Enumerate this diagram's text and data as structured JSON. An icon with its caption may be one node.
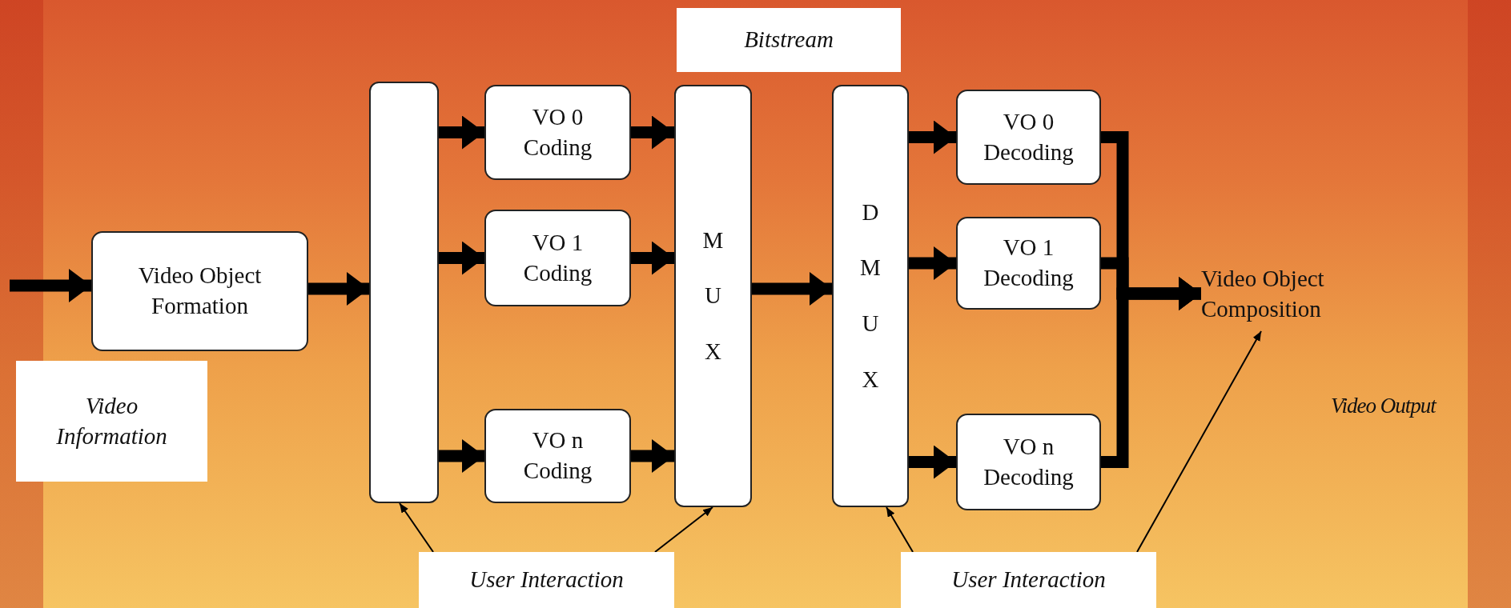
{
  "diagram": {
    "nodes": [
      {
        "text": [
          "Video Object Formation"
        ]
      },
      {
        "text": [
          "Video Information"
        ]
      },
      {
        "text": [],
        "shape": "box"
      },
      {
        "text": [
          "VO 0 Coding"
        ]
      },
      {
        "text": [
          "VO 1 Coding"
        ]
      },
      {
        "text": [
          "VO n Coding"
        ]
      },
      {
        "text": [
          "MUX"
        ]
      },
      {
        "text": [
          "Bitstream"
        ]
      },
      {
        "text": [
          "DMUX"
        ]
      },
      {
        "text": [
          "VO 0 Decoding"
        ]
      },
      {
        "text": [
          "VO 1 Decoding"
        ]
      },
      {
        "text": [
          "VO n Decoding"
        ]
      },
      {
        "text": [
          "Video Object Composition"
        ]
      },
      {
        "text": [
          "User Interaction"
        ]
      },
      {
        "text": [
          "User Interaction"
        ]
      }
    ],
    "edges": [
      {
        "from": null,
        "to": 0,
        "arrow": "to"
      },
      {
        "from": 0,
        "to": 2,
        "arrow": "to"
      },
      {
        "from": 2,
        "to": 3,
        "arrow": "to"
      },
      {
        "from": 2,
        "to": 4,
        "arrow": "to"
      },
      {
        "from": 2,
        "to": 5,
        "arrow": "to"
      },
      {
        "from": 3,
        "to": 6,
        "arrow": "to"
      },
      {
        "from": 4,
        "to": 6,
        "arrow": "to"
      },
      {
        "from": 5,
        "to": 6,
        "arrow": "to"
      },
      {
        "from": 6,
        "to": 8,
        "arrow": "to"
      },
      {
        "from": 8,
        "to": 9,
        "arrow": "to"
      },
      {
        "from": 8,
        "to": 10,
        "arrow": "to"
      },
      {
        "from": 8,
        "to": 11,
        "arrow": "to"
      },
      {
        "from": 9,
        "to": 12,
        "arrow": "to"
      },
      {
        "from": 10,
        "to": 12,
        "arrow": "to"
      },
      {
        "from": 11,
        "to": 12,
        "arrow": "to"
      },
      {
        "from": 13,
        "to": 2,
        "arrow": "to"
      },
      {
        "from": 13,
        "to": 6,
        "arrow": "to"
      },
      {
        "from": 14,
        "to": 8,
        "arrow": "to"
      },
      {
        "from": 14,
        "to": 12,
        "arrow": "to"
      }
    ],
    "labels": [
      "Video Output"
    ]
  }
}
